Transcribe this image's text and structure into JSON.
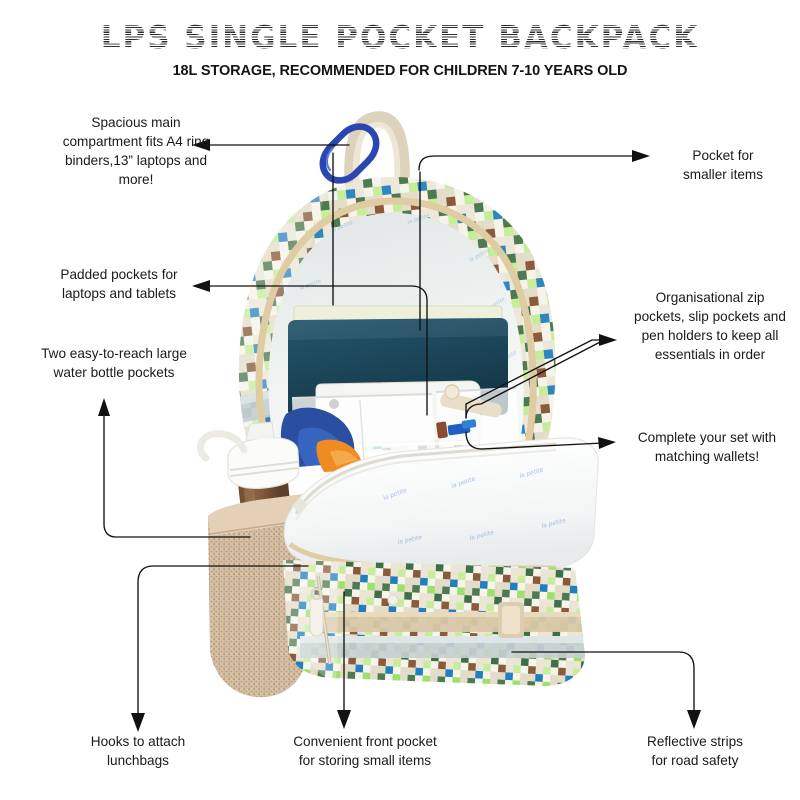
{
  "header": {
    "title": "LPS SINGLE POCKET BACKPACK",
    "subtitle": "18L STORAGE, RECOMMENDED FOR CHILDREN 7-10 YEARS OLD"
  },
  "product": {
    "name": "LPS Single Pocket Backpack",
    "pattern": "checkered",
    "colors": {
      "base": "#f4f1e8",
      "check_green": "#4e7a52",
      "check_lightgreen": "#c6ee9a",
      "check_blue": "#2e86c1",
      "check_teal": "#2f9bb5",
      "check_brown": "#8a5a3b",
      "check_beige": "#ded5c2",
      "piping": "#e2cfa8",
      "mesh_pocket": "#d6bfa4",
      "lining": "#eef1f1",
      "laptop": "#1d4a61",
      "tablet": "#f2f2f0",
      "clothing_blue": "#2b4fa0",
      "clothing_orange": "#f08a22",
      "carabiner": "#2a46b0",
      "handle": "#e4dbc7",
      "reflective": "#bfc9c9",
      "wallet_white": "#fbfbfa",
      "brand_text": "#5a8fd0"
    }
  },
  "callouts": [
    {
      "id": "main-compartment",
      "text": "Spacious main\ncompartment fits A4 ring\nbinders,13” laptops and\nmore!",
      "align": "center",
      "side": "left"
    },
    {
      "id": "pocket-smaller-items",
      "text": "Pocket for\nsmaller items",
      "align": "center",
      "side": "right"
    },
    {
      "id": "padded-pockets",
      "text": "Padded pockets for\nlaptops and tablets",
      "align": "center",
      "side": "left"
    },
    {
      "id": "water-bottle-pockets",
      "text": "Two easy-to-reach large\nwater bottle pockets",
      "align": "center",
      "side": "left"
    },
    {
      "id": "organisational-zip",
      "text": "Organisational zip\npockets, slip pockets and\npen holders to keep all\nessentials in order",
      "align": "center",
      "side": "right"
    },
    {
      "id": "matching-wallets",
      "text": "Complete your set with\nmatching wallets!",
      "align": "center",
      "side": "right"
    },
    {
      "id": "hooks-lunchbags",
      "text": "Hooks to attach\nlunchbags",
      "align": "center",
      "side": "bottom"
    },
    {
      "id": "front-pocket",
      "text": "Convenient front pocket\nfor storing small items",
      "align": "center",
      "side": "bottom"
    },
    {
      "id": "reflective-strips",
      "text": "Reflective strips\nfor road safety",
      "align": "center",
      "side": "bottom"
    }
  ]
}
